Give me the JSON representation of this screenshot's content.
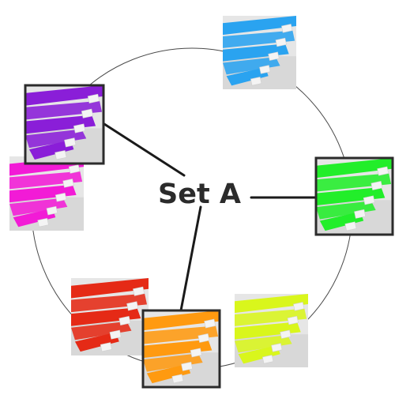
{
  "center": {
    "label": "Set A"
  },
  "swatches": [
    {
      "id": "blue",
      "color": "#2aa3f0",
      "selected": false
    },
    {
      "id": "green",
      "color": "#22ee2a",
      "selected": true
    },
    {
      "id": "lime",
      "color": "#d9f61c",
      "selected": false
    },
    {
      "id": "orange",
      "color": "#ff9a10",
      "selected": true
    },
    {
      "id": "red",
      "color": "#e52a16",
      "selected": false
    },
    {
      "id": "pink",
      "color": "#f21bd6",
      "selected": false
    },
    {
      "id": "purple",
      "color": "#8a1ed8",
      "selected": true
    }
  ]
}
